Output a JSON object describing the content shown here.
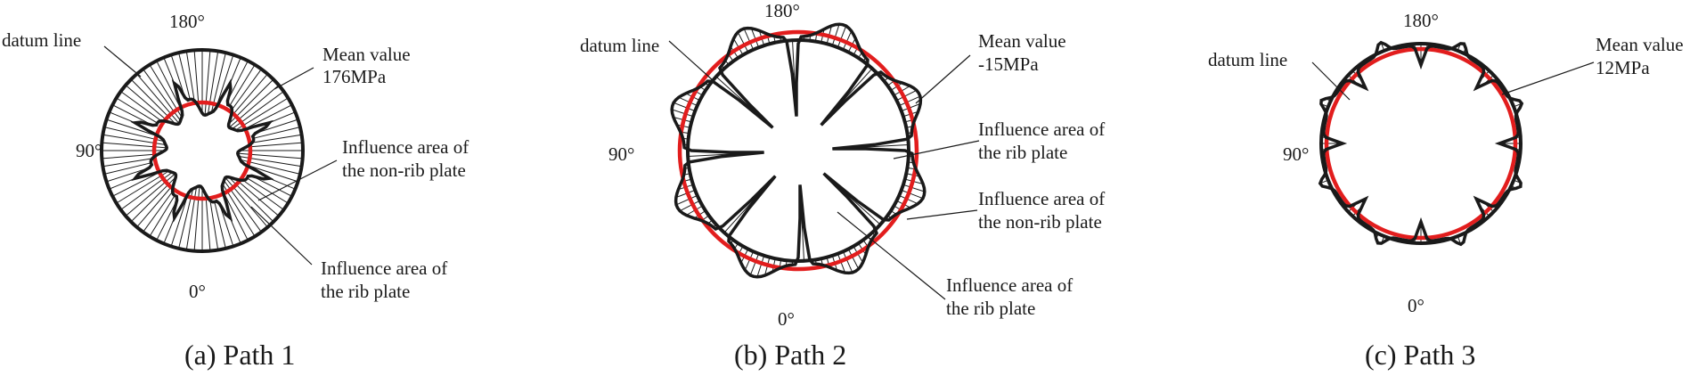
{
  "panels": [
    {
      "caption": "(a) Path 1",
      "label_180": "180°",
      "label_90": "90°",
      "label_0": "0°",
      "datum_label": "datum line",
      "mean_label_line1": "Mean value",
      "mean_label_line2": "176MPa",
      "area1_line1": "Influence area of",
      "area1_line2": "the non-rib plate",
      "area2_line1": "Influence area of",
      "area2_line2": "the rib plate"
    },
    {
      "caption": "(b) Path 2",
      "label_180": "180°",
      "label_90": "90°",
      "label_0": "0°",
      "datum_label": "datum line",
      "mean_label_line1": "Mean value",
      "mean_label_line2": "-15MPa",
      "area1_line1": "Influence area of",
      "area1_line2": "the rib plate",
      "area2_line1": "Influence area of",
      "area2_line2": "the non-rib plate",
      "area3_line1": "Influence area of",
      "area3_line2": "the rib plate"
    },
    {
      "caption": "(c) Path 3",
      "label_180": "180°",
      "label_90": "90°",
      "label_0": "0°",
      "datum_label": "datum line",
      "mean_label_line1": "Mean value",
      "mean_label_line2": "12MPa"
    }
  ],
  "colors": {
    "mean_circle": "#e21d1d",
    "datum_circle": "#1a1a1a"
  }
}
